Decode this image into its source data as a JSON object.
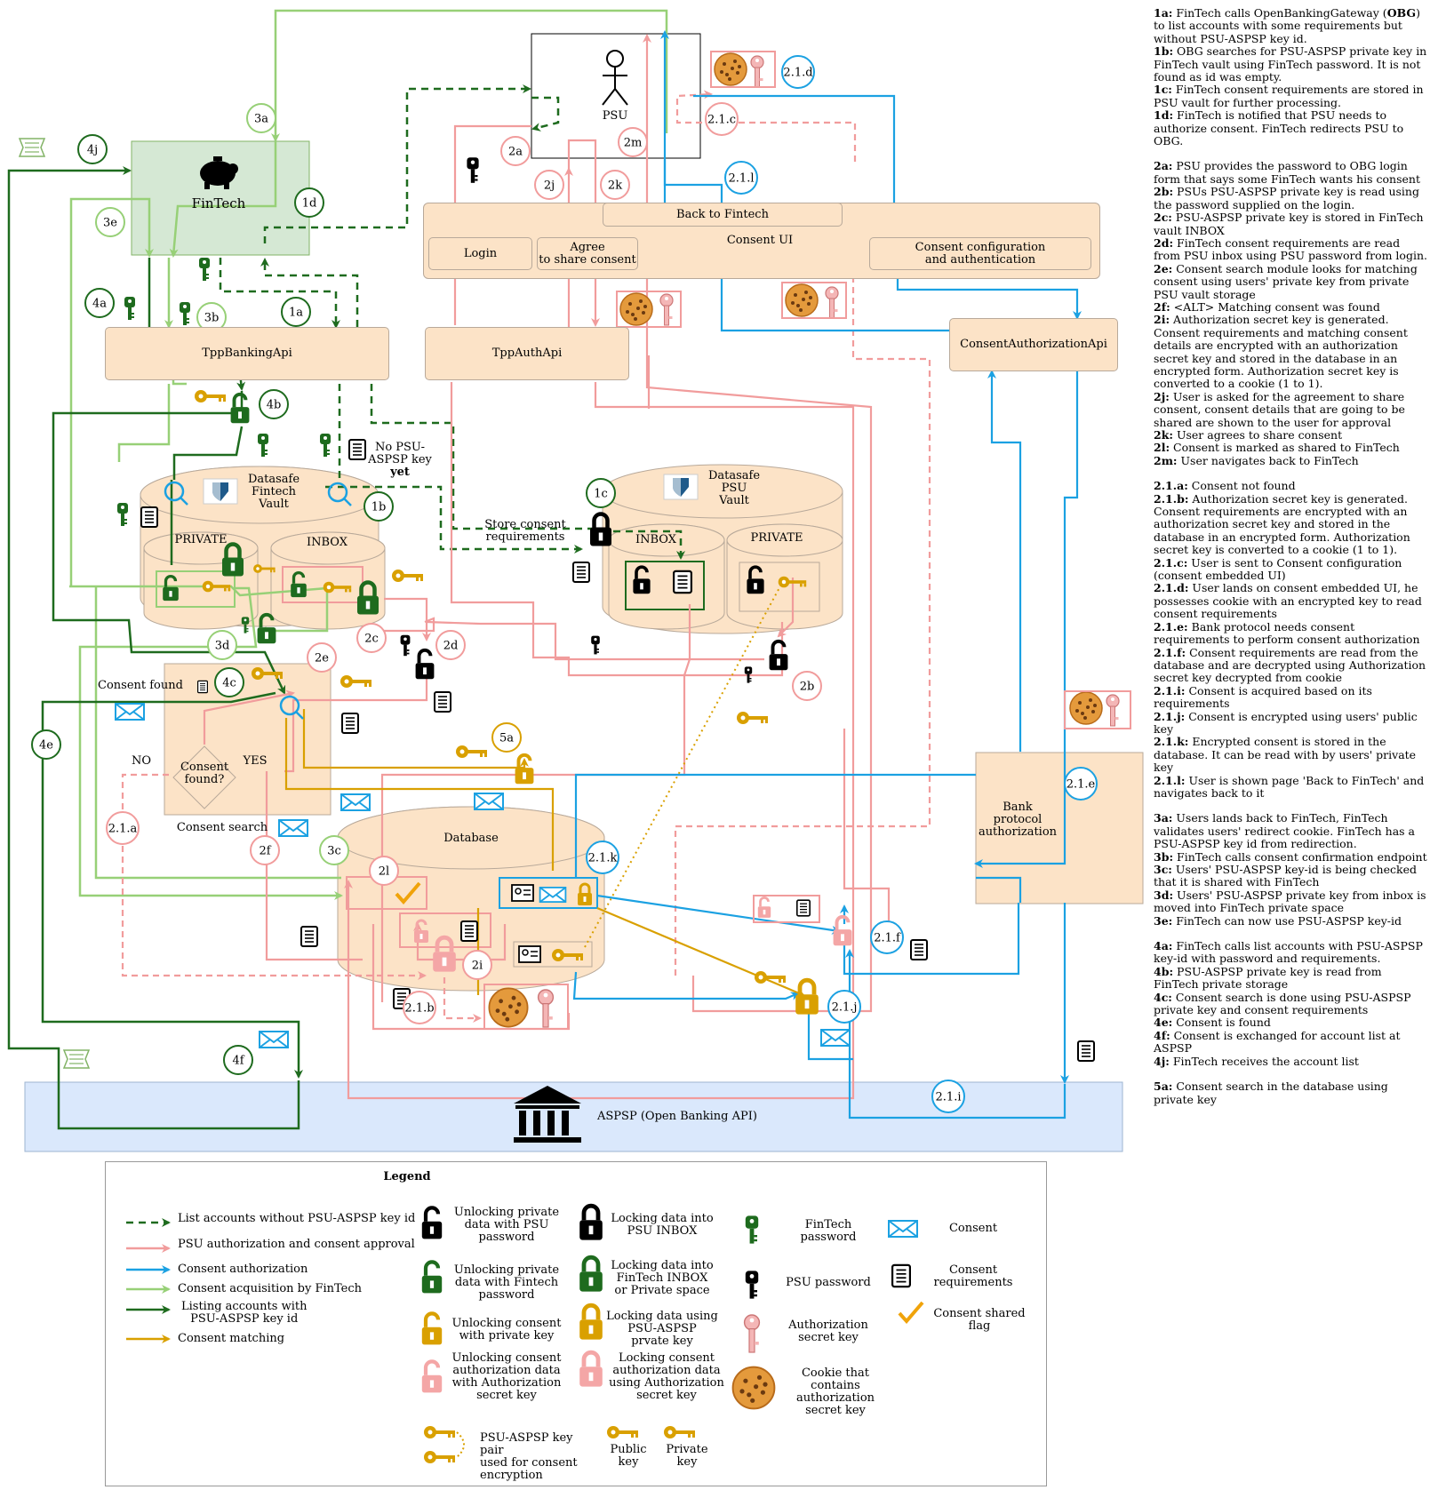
{
  "nodes": {
    "psu": "PSU",
    "fintech": "FinTech",
    "consent_ui": "Consent UI",
    "back_to_fintech": "Back to Fintech",
    "login": "Login",
    "agree": "Agree\nto share consent",
    "consent_config": "Consent configuration\nand authentication",
    "tpp_banking_api": "TppBankingApi",
    "tpp_auth_api": "TppAuthApi",
    "consent_authorization_api": "ConsentAuthorizationApi",
    "datasafe_fintech": "Datasafe\nFintech\nVault",
    "datasafe_psu": "Datasafe\nPSU\nVault",
    "fintech_private": "PRIVATE",
    "fintech_inbox": "INBOX",
    "psu_inbox": "INBOX",
    "psu_private": "PRIVATE",
    "no_psu_key": "No PSU-\nASPSP key",
    "no_psu_key_yet": "yet",
    "store_consent": "Store consent\nrequirements",
    "consent_found_label": "Consent found",
    "consent_found_q": "Consent\nfound?",
    "no": "NO",
    "yes": "YES",
    "consent_search": "Consent search",
    "database": "Database",
    "bank_protocol": "Bank\nprotocol\nauthorization",
    "aspsp": "ASPSP (Open Banking API)"
  },
  "badges": [
    "1a",
    "1b",
    "1c",
    "1d",
    "2a",
    "2b",
    "2c",
    "2d",
    "2e",
    "2f",
    "2i",
    "2j",
    "2k",
    "2l",
    "2m",
    "3a",
    "3b",
    "3c",
    "3d",
    "3e",
    "4a",
    "4b",
    "4c",
    "4e",
    "4f",
    "4j",
    "5a",
    "2.1.a",
    "2.1.b",
    "2.1.c",
    "2.1.d",
    "2.1.e",
    "2.1.f",
    "2.1.i",
    "2.1.j",
    "2.1.k",
    "2.1.l"
  ],
  "legend": {
    "title": "Legend",
    "lines": [
      {
        "label": "List accounts without PSU-ASPSP key id",
        "color": "#1e6b1e",
        "style": "dashed"
      },
      {
        "label": "PSU authorization and consent approval",
        "color": "#f19c9c",
        "style": "solid"
      },
      {
        "label": "Consent authorization",
        "color": "#1ba1e2",
        "style": "solid"
      },
      {
        "label": "Consent acquisition by FinTech",
        "color": "#97d077",
        "style": "solid"
      },
      {
        "label": "Listing accounts with\nPSU-ASPSP key id",
        "color": "#1e6b1e",
        "style": "solid"
      },
      {
        "label": "Consent matching",
        "color": "#d9a000",
        "style": "solid"
      }
    ],
    "items": {
      "unlock_psu": "Unlocking private\ndata with PSU\npassword",
      "unlock_fintech": "Unlocking private\ndata with Fintech\npassword",
      "unlock_consent": "Unlocking consent\nwith private key",
      "unlock_auth": "Unlocking consent\nauthorization data\nwith Authorization\nsecret key",
      "lock_psu_inbox": "Locking data into\nPSU INBOX",
      "lock_fintech_inbox": "Locking data into\nFinTech INBOX\nor Private space",
      "lock_psu_aspsp": "Locking data using\nPSU-ASPSP\nprvate key",
      "lock_auth": "Locking consent\nauthorization data\nusing Authorization\nsecret key",
      "fintech_password": "FinTech\npassword",
      "psu_password": "PSU password",
      "auth_secret_key": "Authorization\nsecret key",
      "cookie": "Cookie that\ncontains\nauthorization\nsecret key",
      "consent": "Consent",
      "consent_requirements": "Consent\nrequirements",
      "consent_shared_flag": "Consent shared\nflag",
      "key_pair": "PSU-ASPSP key pair\nused for consent\nencryption",
      "public_key": "Public\nkey",
      "private_key": "Private\nkey"
    }
  },
  "notes": [
    [
      {
        "k": "1a:",
        "t": " FinTech calls OpenBankingGateway (",
        "k2": "OBG",
        "t2": ") to list accounts with some requirements but without PSU-ASPSP key id."
      },
      {
        "k": "1b:",
        "t": "  OBG searches for PSU-ASPSP private key in FinTech vault using FinTech password. It is not found as id was empty."
      },
      {
        "k": "1c:",
        "t": " FinTech consent requirements are stored in PSU vault for further processing."
      },
      {
        "k": "1d:",
        "t": " FinTech is notified that PSU needs to authorize consent. FinTech redirects PSU to OBG."
      }
    ],
    [
      {
        "k": "2a:",
        "t": " PSU provides the password to OBG login form that says some FinTech wants his consent"
      },
      {
        "k": "2b:",
        "t": " PSUs PSU-ASPSP private key is read using the password supplied on the login."
      },
      {
        "k": "2c:",
        "t": " PSU-ASPSP private key is stored in FinTech vault INBOX"
      },
      {
        "k": "2d:",
        "t": " FinTech consent requirements are read from PSU inbox using PSU password from login."
      },
      {
        "k": "2e:",
        "t": " Consent search module looks for matching consent using users' private key from private PSU vault storage"
      },
      {
        "k": "2f:",
        "t": " <ALT> Matching consent was found"
      },
      {
        "k": "2i:",
        "t": " Authorization secret key is generated. Consent requirements and matching consent details are encrypted with an authorization secret key and stored in the database in an encrypted form. Authorization secret key is converted to a cookie (1 to 1)."
      },
      {
        "k": "2j:",
        "t": " User is asked for the agreement to share consent, consent details that are going to be shared are shown to the user for approval"
      },
      {
        "k": "2k:",
        "t": " User agrees to share consent"
      },
      {
        "k": "2l:",
        "t": " Consent is marked as shared to FinTech"
      },
      {
        "k": "2m:",
        "t": " User navigates back to FinTech"
      }
    ],
    [
      {
        "k": "2.1.a:",
        "t": " Consent not found"
      },
      {
        "k": "2.1.b:",
        "t": " Authorization secret key is generated. Consent requirements are encrypted with an authorization secret key and stored in the database in an encrypted form. Authorization secret key is converted to a cookie (1 to 1)."
      },
      {
        "k": "2.1.c:",
        "t": " User is sent to Consent configuration (consent embedded UI)"
      },
      {
        "k": "2.1.d:",
        "t": " User lands on consent embedded UI, he possesses cookie with an encrypted key to read consent requirements"
      },
      {
        "k": "2.1.e:",
        "t": " Bank protocol needs consent requirements to perform consent authorization"
      },
      {
        "k": "2.1.f:",
        "t": " Consent requirements are read from the database and are decrypted using Authorization secret key decrypted from cookie"
      },
      {
        "k": "2.1.i:",
        "t": " Consent is acquired based on its requirements"
      },
      {
        "k": "2.1.j:",
        "t": " Consent is encrypted using users' public key"
      },
      {
        "k": "2.1.k:",
        "t": " Encrypted consent is stored in the database. It can be read with by users' private key"
      },
      {
        "k": "2.1.l:",
        "t": " User is shown page 'Back to FinTech' and navigates back to it"
      }
    ],
    [
      {
        "k": "3a:",
        "t": " Users lands back to FinTech, FinTech validates users' redirect cookie. FinTech has a PSU-ASPSP key id from redirection."
      },
      {
        "k": "3b:",
        "t": " FinTech calls consent confirmation endpoint"
      },
      {
        "k": "3c:",
        "t": " Users' PSU-ASPSP key-id is being checked that it is shared with FinTech"
      },
      {
        "k": "3d:",
        "t": " Users' PSU-ASPSP private key from inbox is moved into FinTech private space"
      },
      {
        "k": "3e:",
        "t": " FinTech can now use PSU-ASPSP key-id"
      }
    ],
    [
      {
        "k": "4a:",
        "t": " FinTech calls list accounts with PSU-ASPSP key-id with password and requirements."
      },
      {
        "k": "4b:",
        "t": " PSU-ASPSP private key is read from FinTech private storage"
      },
      {
        "k": "4c:",
        "t": " Consent search is done using PSU-ASPSP private key and consent requirements"
      },
      {
        "k": "4e:",
        "t": " Consent is found"
      },
      {
        "k": "4f:",
        "t": " Consent is exchanged for account list at ASPSP"
      },
      {
        "k": "4j:",
        "t": " FinTech receives the account list"
      }
    ],
    [
      {
        "k": "5a:",
        "t": " Consent search in the database using private key"
      }
    ]
  ],
  "colors": {
    "dark_green": "#1e6b1e",
    "light_green": "#97d077",
    "pink": "#f19c9c",
    "blue": "#1ba1e2",
    "gold": "#d9a000",
    "box_fill": "#fce3c7",
    "fintech_fill": "#d5e8d4",
    "aspsp_fill": "#dae8fc"
  }
}
